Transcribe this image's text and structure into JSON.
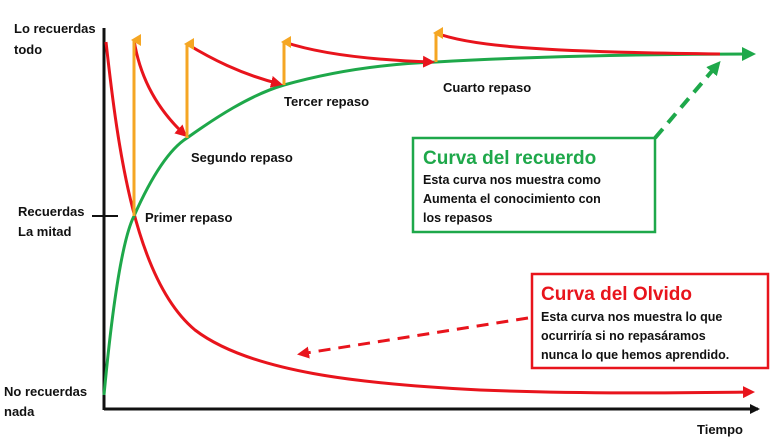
{
  "axes": {
    "y_top": [
      "Lo recuerdas",
      "todo"
    ],
    "y_mid": [
      "Recuerdas",
      "La mitad"
    ],
    "y_bottom": [
      "No recuerdas",
      "nada"
    ],
    "x_label": "Tiempo"
  },
  "reviews": {
    "first": "Primer repaso",
    "second": "Segundo repaso",
    "third": "Tercer repaso",
    "fourth": "Cuarto repaso"
  },
  "recall_box": {
    "title": "Curva del recuerdo",
    "lines": [
      "Esta curva nos muestra como",
      "Aumenta el conocimiento con",
      "los repasos"
    ]
  },
  "forget_box": {
    "title": "Curva del Olvido",
    "lines": [
      "Esta curva nos muestra lo que",
      "ocurriría si no repasáramos",
      "nunca lo que hemos aprendido."
    ]
  },
  "colors": {
    "recall": "#1ea84a",
    "forget": "#e8141c",
    "review_arrow": "#f5a623",
    "axis": "#111111"
  }
}
